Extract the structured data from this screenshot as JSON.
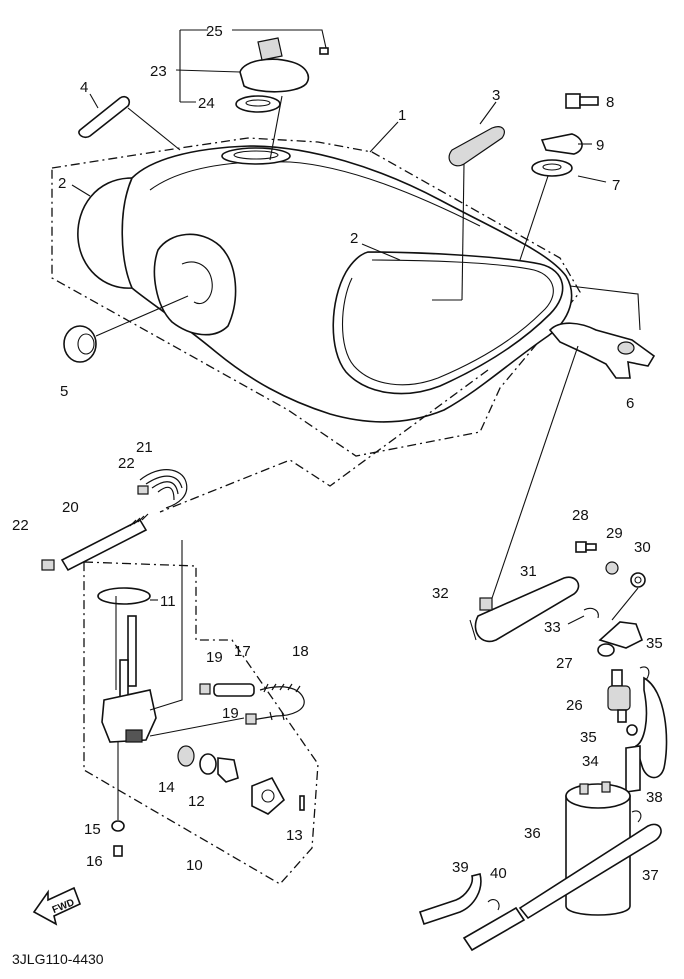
{
  "diagram_code": "3JLG110-4430",
  "front_arrow_text": "FWD",
  "part_numbers": [
    "1",
    "2",
    "3",
    "4",
    "5",
    "6",
    "7",
    "8",
    "9",
    "10",
    "11",
    "12",
    "13",
    "14",
    "15",
    "16",
    "17",
    "18",
    "19",
    "20",
    "21",
    "22",
    "23",
    "24",
    "25",
    "26",
    "27",
    "28",
    "29",
    "30",
    "31",
    "32",
    "33",
    "34",
    "35",
    "36",
    "37",
    "38",
    "39",
    "40"
  ],
  "repeated_labels": {
    "2": "2",
    "19": "19",
    "22": "22",
    "35": "35"
  }
}
